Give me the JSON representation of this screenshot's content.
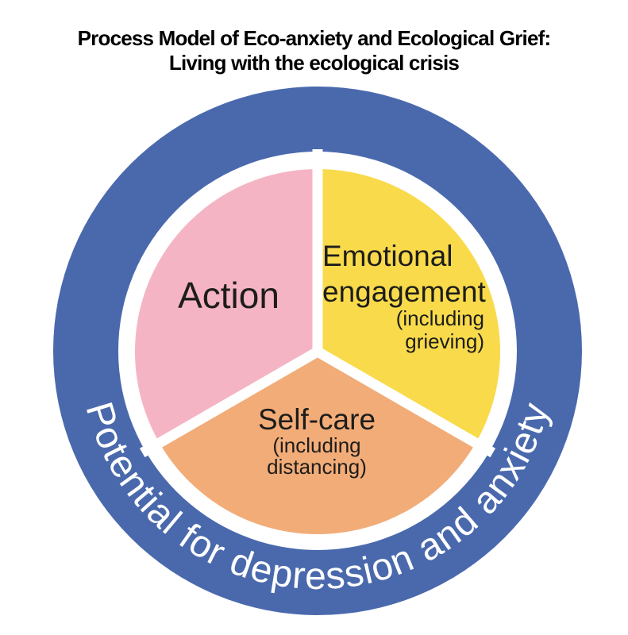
{
  "title": {
    "line1": "Process Model of Eco-anxiety and Ecological Grief:",
    "line2": "Living with the ecological crisis"
  },
  "outer_ring": {
    "label": "Potential for depression and anxiety",
    "color": "#4a69ad",
    "label_color": "#ffffff"
  },
  "segments": {
    "action": {
      "label": "Action",
      "color": "#f5b4c4"
    },
    "emotional_engagement": {
      "label_line1": "Emotional",
      "label_line2": "engagement",
      "sub_line1": "(including",
      "sub_line2": "grieving)",
      "color": "#f9da4b"
    },
    "self_care": {
      "label": "Self-care",
      "sub_line1": "(including",
      "sub_line2": "distancing)",
      "color": "#f2ac78"
    }
  },
  "label_text_color": "#1d1d1b"
}
